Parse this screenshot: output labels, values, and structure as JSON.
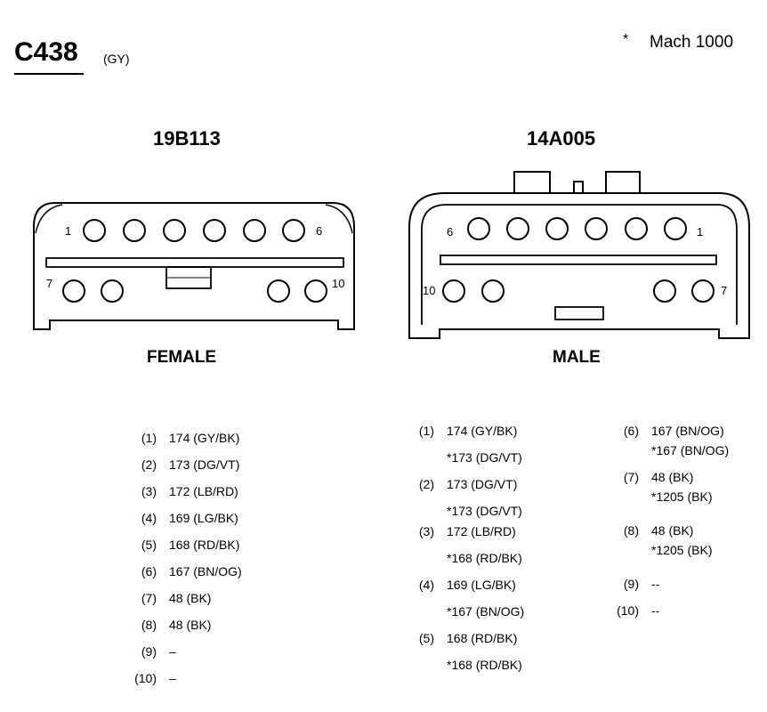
{
  "header": {
    "connector_id": "C438",
    "connector_color": "(GY)",
    "note_mark": "*",
    "note_text": "Mach 1000"
  },
  "female": {
    "part_number": "19B113",
    "label": "FEMALE",
    "pin_numbers": {
      "p1": "1",
      "p6": "6",
      "p7": "7",
      "p10": "10"
    },
    "pins": [
      {
        "num": "(1)",
        "lines": [
          "174 (GY/BK)"
        ]
      },
      {
        "num": "(2)",
        "lines": [
          "173 (DG/VT)"
        ]
      },
      {
        "num": "(3)",
        "lines": [
          "172 (LB/RD)"
        ]
      },
      {
        "num": "(4)",
        "lines": [
          "169 (LG/BK)"
        ]
      },
      {
        "num": "(5)",
        "lines": [
          "168 (RD/BK)"
        ]
      },
      {
        "num": "(6)",
        "lines": [
          "167 (BN/OG)"
        ]
      },
      {
        "num": "(7)",
        "lines": [
          "48 (BK)"
        ]
      },
      {
        "num": "(8)",
        "lines": [
          "48 (BK)"
        ]
      },
      {
        "num": "(9)",
        "lines": [
          "–"
        ]
      },
      {
        "num": "(10)",
        "lines": [
          "–"
        ]
      }
    ]
  },
  "male": {
    "part_number": "14A005",
    "label": "MALE",
    "pin_numbers": {
      "p1": "1",
      "p6": "6",
      "p7": "7",
      "p10": "10"
    },
    "pins_col1": [
      {
        "num": "(1)",
        "lines": [
          "174 (GY/BK)",
          "*173 (DG/VT)"
        ]
      },
      {
        "num": "(2)",
        "lines": [
          "173 (DG/VT)",
          "*173 (DG/VT)"
        ]
      },
      {
        "num": "(3)",
        "lines": [
          "172 (LB/RD)",
          "*168 (RD/BK)"
        ]
      },
      {
        "num": "(4)",
        "lines": [
          "169 (LG/BK)",
          "*167 (BN/OG)"
        ]
      },
      {
        "num": "(5)",
        "lines": [
          "168 (RD/BK)",
          "*168 (RD/BK)"
        ]
      }
    ],
    "pins_col2": [
      {
        "num": "(6)",
        "lines": [
          "167 (BN/OG)",
          "*167 (BN/OG)"
        ]
      },
      {
        "num": "(7)",
        "lines": [
          "48 (BK)",
          "*1205 (BK)"
        ]
      },
      {
        "num": "(8)",
        "lines": [
          "48 (BK)",
          "*1205 (BK)"
        ]
      },
      {
        "num": "(9)",
        "lines": [
          "--"
        ]
      },
      {
        "num": "(10)",
        "lines": [
          "--"
        ]
      }
    ]
  }
}
